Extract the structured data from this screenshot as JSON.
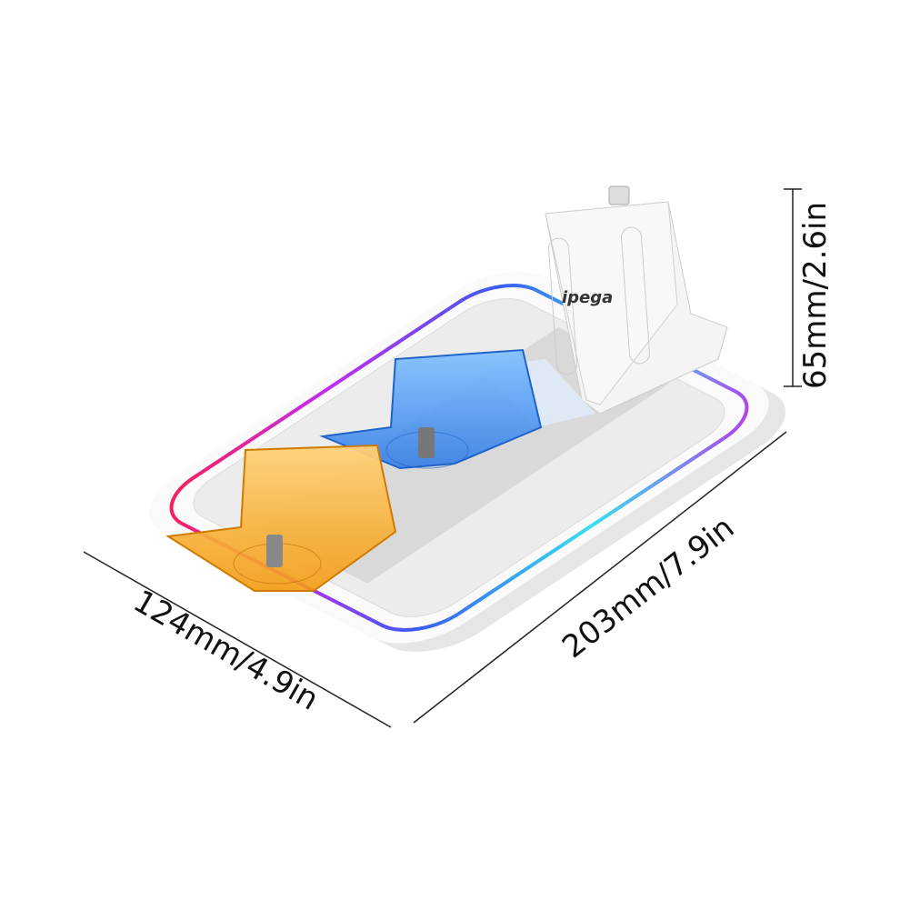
{
  "product": {
    "brand_logo": "ipega",
    "colors": {
      "body": "#f2f2f2",
      "left_cradle": "#f7a21b",
      "right_cradle": "#3d8ff0",
      "rgb_ring": [
        "#36e0f0",
        "#3b5cf0",
        "#c32bf0",
        "#ff2a7a",
        "#ff2020"
      ]
    }
  },
  "dimensions": {
    "height": "65mm/2.6in",
    "length": "203mm/7.9in",
    "width": "124mm/4.9in"
  }
}
